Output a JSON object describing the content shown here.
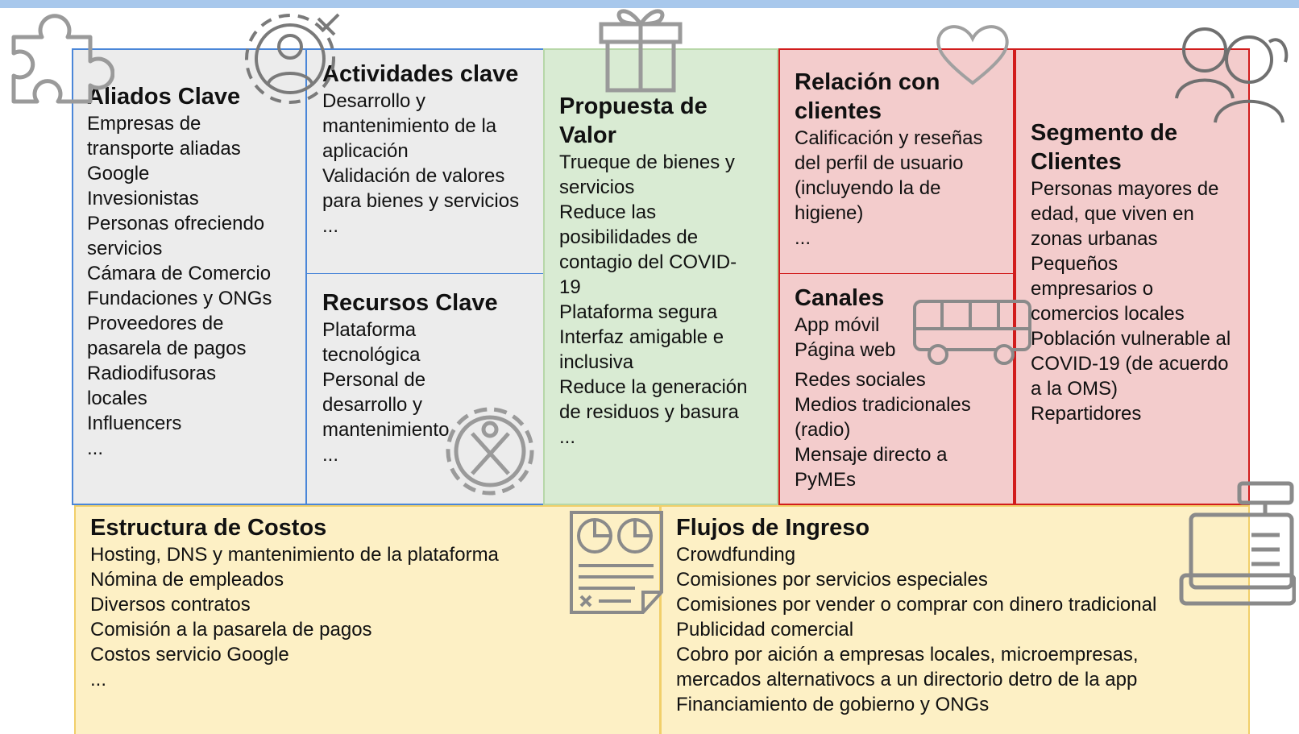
{
  "aliados": {
    "title": "Aliados Clave",
    "items": [
      "Empresas de transporte aliadas",
      "Google",
      "Invesionistas",
      "Personas ofreciendo servicios",
      "Cámara de Comercio",
      "Fundaciones y ONGs",
      "Proveedores de pasarela de pagos",
      "Radiodifusoras locales",
      "Influencers",
      "..."
    ]
  },
  "actividades": {
    "title": "Actividades clave",
    "items": [
      "Desarrollo y mantenimiento de la aplicación",
      "Validación de valores para bienes y servicios",
      "..."
    ]
  },
  "recursos": {
    "title": "Recursos Clave",
    "items": [
      "Plataforma tecnológica",
      "Personal de desarrollo y mantenimiento",
      "..."
    ]
  },
  "propuesta": {
    "title": "Propuesta de Valor",
    "items": [
      "Trueque de bienes y servicios",
      "Reduce las posibilidades de contagio del COVID-19",
      "Plataforma segura",
      "Interfaz amigable e inclusiva",
      "Reduce la generación de residuos y basura",
      "..."
    ]
  },
  "relacion": {
    "title": "Relación con clientes",
    "items": [
      "Calificación y reseñas del perfil de usuario (incluyendo la de higiene)",
      "..."
    ]
  },
  "canales": {
    "title": "Canales",
    "items": [
      "App móvil",
      "Página web",
      "Redes sociales",
      "Medios tradicionales (radio)",
      "Mensaje directo a PyMEs"
    ]
  },
  "segmento": {
    "title": "Segmento de Clientes",
    "items": [
      "Personas mayores de edad, que viven en zonas urbanas",
      "Pequeños empresarios o comercios locales",
      "Población vulnerable al COVID-19 (de acuerdo a la OMS)",
      "Repartidores"
    ]
  },
  "costos": {
    "title": "Estructura de Costos",
    "items": [
      "Hosting, DNS y mantenimiento de la plataforma",
      "Nómina de empleados",
      "Diversos contratos",
      "Comisión a la pasarela de pagos",
      "Costos servicio Google",
      "..."
    ]
  },
  "flujos": {
    "title": "Flujos de Ingreso",
    "items": [
      "Crowdfunding",
      "Comisiones por servicios especiales",
      "Comisiones por vender o comprar con dinero tradicional",
      "Publicidad comercial",
      "Cobro por aición a empresas locales, microempresas, mercados alternativocs a un directorio detro de la app",
      "Financiamiento de gobierno y ONGs"
    ]
  },
  "icons": [
    "puzzle-icon",
    "gear-person-icon",
    "gift-icon",
    "heart-icon",
    "people-icon",
    "bus-icon",
    "gear-tools-icon",
    "receipt-icon",
    "cash-register-icon"
  ],
  "colors": {
    "gray_box": "#ececec",
    "green_box": "#d9ebd3",
    "red_box": "#f3cccc",
    "yellow_box": "#fdf0c5",
    "blue_border": "#4a86d8",
    "red_border": "#d11c1c"
  }
}
